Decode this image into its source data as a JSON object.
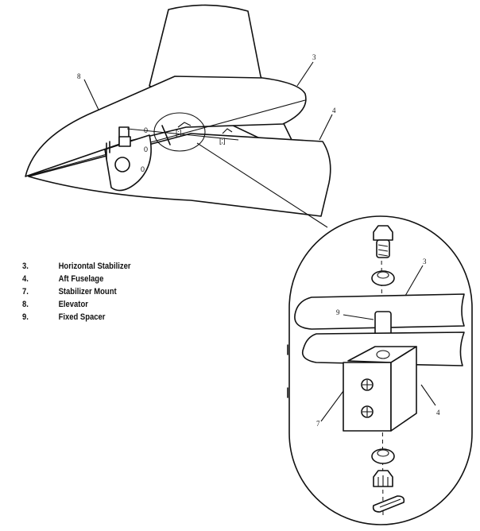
{
  "callouts": {
    "top_3": "3",
    "top_4": "4",
    "top_8": "8",
    "detail_3": "3",
    "detail_9": "9",
    "detail_7": "7",
    "detail_4": "4"
  },
  "markings": {
    "hinge_digit": "0",
    "mount_left": "[:]",
    "mount_right": "[;]"
  },
  "legend": [
    {
      "number": "3.",
      "label": "Horizontal Stabilizer"
    },
    {
      "number": "4.",
      "label": "Aft Fuselage"
    },
    {
      "number": "7.",
      "label": "Stabilizer Mount"
    },
    {
      "number": "8.",
      "label": "Elevator"
    },
    {
      "number": "9.",
      "label": "Fixed Spacer"
    }
  ]
}
